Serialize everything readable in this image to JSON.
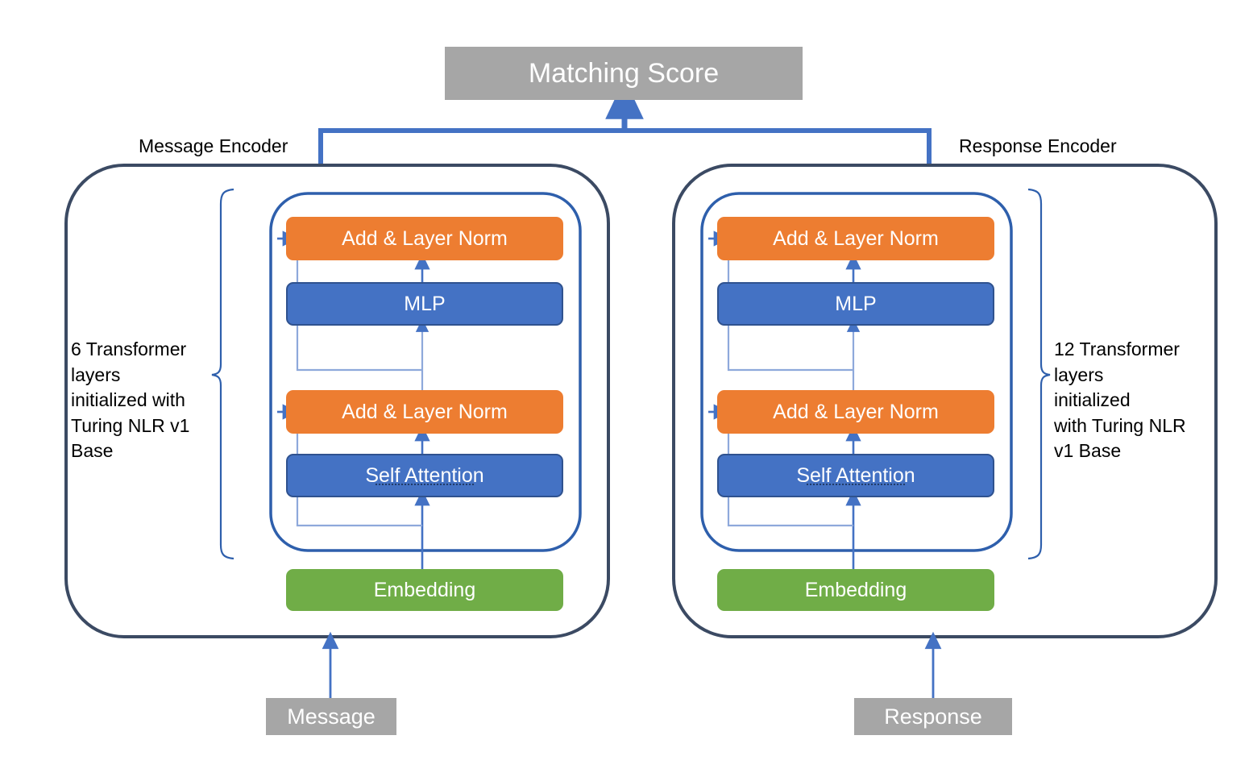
{
  "diagram": {
    "title_box": {
      "label": "Matching Score"
    },
    "encoders": [
      {
        "id": "message",
        "title": "Message Encoder",
        "note": "6 Transformer layers initialized with Turing NLR v1 Base",
        "note_lines": [
          "6 Transformer",
          "layers",
          "initialized with",
          "Turing NLR v1",
          "Base"
        ],
        "layer_count": 6,
        "input_box": "Message",
        "embedding": "Embedding",
        "blocks": [
          {
            "label": "Add & Layer Norm",
            "color": "#ED7D31",
            "kind": "orange"
          },
          {
            "label": "MLP",
            "color": "#4472C4",
            "kind": "blue"
          },
          {
            "label": "Add & Layer Norm",
            "color": "#ED7D31",
            "kind": "orange"
          },
          {
            "label": "Self Attention",
            "color": "#4472C4",
            "kind": "blue",
            "spellcheck_underline": true
          }
        ]
      },
      {
        "id": "response",
        "title": "Response Encoder",
        "note": "12 Transformer layers initialized with Turing NLR v1 Base",
        "note_lines": [
          "12 Transformer",
          "layers",
          "initialized",
          "with Turing NLR",
          "v1 Base"
        ],
        "layer_count": 12,
        "input_box": "Response",
        "embedding": "Embedding",
        "blocks": [
          {
            "label": "Add & Layer Norm",
            "color": "#ED7D31",
            "kind": "orange"
          },
          {
            "label": "MLP",
            "color": "#4472C4",
            "kind": "blue"
          },
          {
            "label": "Add & Layer Norm",
            "color": "#ED7D31",
            "kind": "orange"
          },
          {
            "label": "Self Attention",
            "color": "#4472C4",
            "kind": "blue",
            "spellcheck_underline": true
          }
        ]
      }
    ],
    "colors": {
      "orange": "#ED7D31",
      "blue": "#4472C4",
      "blue_border": "#2F528F",
      "green": "#70AD47",
      "gray": "#A6A6A6",
      "outer_outline": "#3B4A63",
      "inner_outline": "#2E5FAC",
      "arrow": "#4472C4",
      "residual": "#8EA9DB",
      "text": "#000000",
      "box_text": "#FFFFFF"
    }
  }
}
